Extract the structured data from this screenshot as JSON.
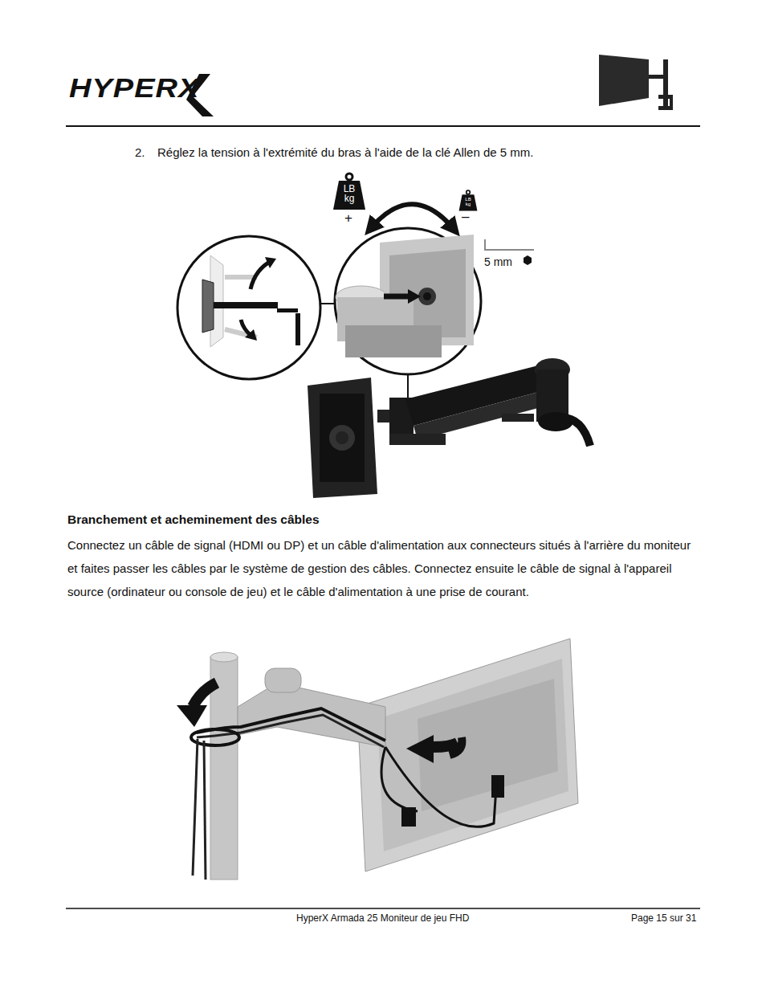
{
  "diagram": {
    "title": "Branchement et acheminement des câbles",
    "nodes": [
      {
        "text": [
          "LB kg"
        ]
      },
      {
        "text": [
          "LB kg"
        ]
      }
    ],
    "edges": [
      {
        "from": 0,
        "to": 1,
        "arrow": "both"
      }
    ],
    "labels": [
      "HYPERX",
      "2.",
      "Réglez la tension à l'extrémité du bras à l'aide de la clé Allen de 5 mm.",
      "+",
      "–",
      "5 mm",
      "Connectez un câble de signal (HDMI ou DP) et un câble d'alimentation aux connecteurs situés à l'arrière du moniteur et faites passer les câbles par le système de gestion des câbles. Connectez ensuite le câble de signal à l'appareil source (ordinateur ou console de jeu) et le câble d'alimentation à une prise de courant.",
      "HyperX Armada 25 Moniteur de jeu FHD",
      "Page 15 sur 31"
    ]
  }
}
